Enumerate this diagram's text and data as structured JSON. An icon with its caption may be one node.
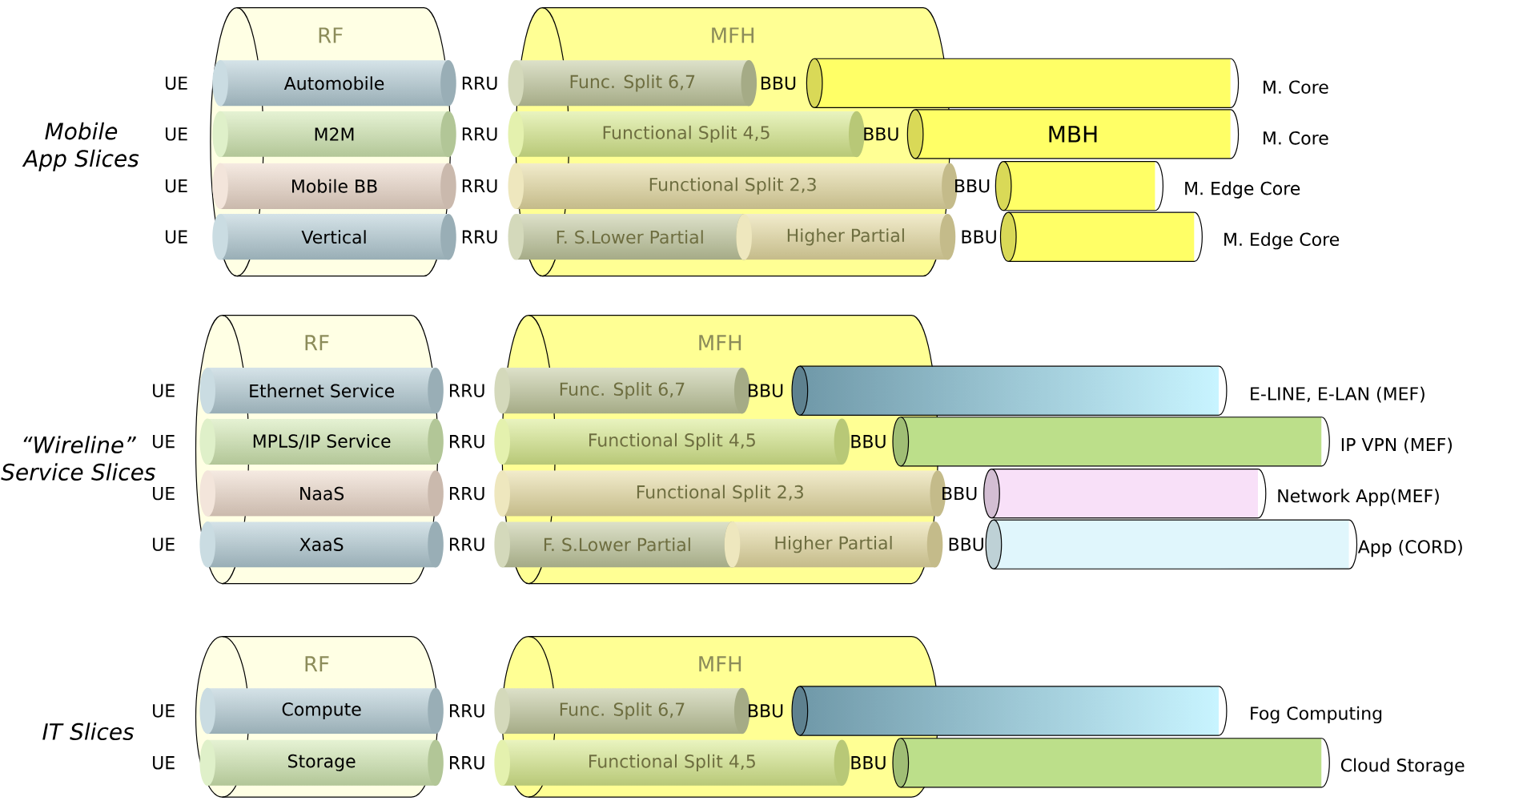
{
  "diagram": {
    "nodes": [
      {
        "text": [
          "RF"
        ]
      },
      {
        "text": [
          "Automobile"
        ],
        "in": 0
      },
      {
        "text": [
          "M2M"
        ],
        "in": 0
      },
      {
        "text": [
          "Mobile BB"
        ],
        "in": 0
      },
      {
        "text": [
          "Vertical"
        ],
        "in": 0
      },
      {
        "text": [
          "MFH"
        ]
      },
      {
        "text": [
          "Func. Split 6,7"
        ],
        "in": 5
      },
      {
        "text": [
          "Functional Split 4,5"
        ],
        "in": 5
      },
      {
        "text": [
          "Functional Split 2,3"
        ],
        "in": 5
      },
      {
        "text": [
          "F. S.Lower Partial"
        ],
        "in": 5
      },
      {
        "text": [
          "Higher Partial"
        ],
        "in": 5
      },
      {
        "text": [],
        "shape": "cylinder",
        "beside": [
          "M. Core"
        ]
      },
      {
        "text": [
          "MBH"
        ],
        "beside": [
          "M. Core"
        ]
      },
      {
        "text": [],
        "shape": "cylinder",
        "beside": [
          "M. Edge Core"
        ]
      },
      {
        "text": [],
        "shape": "cylinder",
        "beside": [
          "M. Edge Core"
        ]
      },
      {
        "text": [
          "RF"
        ]
      },
      {
        "text": [
          "Ethernet Service"
        ],
        "in": 15
      },
      {
        "text": [
          "MPLS/IP Service"
        ],
        "in": 15
      },
      {
        "text": [
          "NaaS"
        ],
        "in": 15
      },
      {
        "text": [
          "XaaS"
        ],
        "in": 15
      },
      {
        "text": [
          "MFH"
        ]
      },
      {
        "text": [
          "Func. Split 6,7"
        ],
        "in": 20
      },
      {
        "text": [
          "Functional Split 4,5"
        ],
        "in": 20
      },
      {
        "text": [
          "Functional Split 2,3"
        ],
        "in": 20
      },
      {
        "text": [
          "F. S.Lower Partial"
        ],
        "in": 20
      },
      {
        "text": [
          "Higher Partial"
        ],
        "in": 20
      },
      {
        "text": [],
        "shape": "cylinder",
        "beside": [
          "E-LINE, E-LAN (MEF)"
        ]
      },
      {
        "text": [],
        "shape": "cylinder",
        "beside": [
          "IP VPN (MEF)"
        ]
      },
      {
        "text": [],
        "shape": "cylinder",
        "beside": [
          "Network App(MEF)"
        ]
      },
      {
        "text": [],
        "shape": "cylinder",
        "beside": [
          "App (CORD)"
        ]
      },
      {
        "text": [
          "RF"
        ]
      },
      {
        "text": [
          "Compute"
        ],
        "in": 30
      },
      {
        "text": [
          "Storage"
        ],
        "in": 30
      },
      {
        "text": [
          "MFH"
        ]
      },
      {
        "text": [
          "Func. Split 6,7"
        ],
        "in": 33
      },
      {
        "text": [
          "Functional Split 4,5"
        ],
        "in": 33
      },
      {
        "text": [],
        "shape": "cylinder",
        "beside": [
          "Fog Computing"
        ]
      },
      {
        "text": [],
        "shape": "cylinder",
        "beside": [
          "Cloud Storage"
        ]
      }
    ],
    "labels": [
      "Mobile App Slices",
      "UE",
      "RRU",
      "BBU",
      "UE",
      "RRU",
      "BBU",
      "UE",
      "RRU",
      "BBU",
      "UE",
      "RRU",
      "BBU",
      "“Wireline” Service Slices",
      "UE",
      "RRU",
      "BBU",
      "UE",
      "RRU",
      "BBU",
      "UE",
      "RRU",
      "BBU",
      "UE",
      "RRU",
      "BBU",
      "IT Slices",
      "UE",
      "RRU",
      "BBU",
      "UE",
      "RRU",
      "BBU"
    ]
  }
}
